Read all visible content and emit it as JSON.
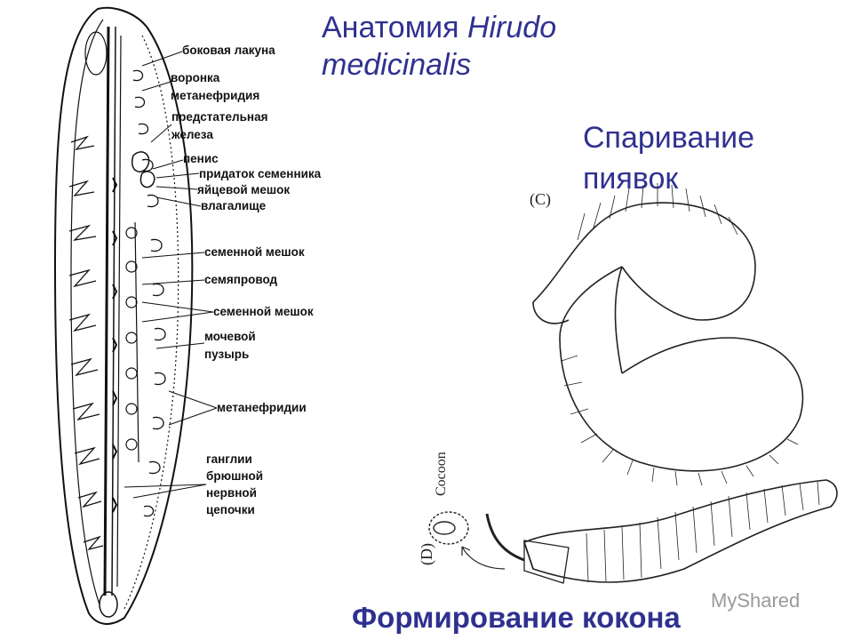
{
  "title": {
    "prefix": "Анатомия ",
    "italic1": "Hirudo",
    "italic2": "medicinalis"
  },
  "headings": {
    "mating_line1": "Спаривание",
    "mating_line2": "пиявок",
    "cocoon": "Формирование кокона"
  },
  "labels": [
    {
      "id": "lateral-lacuna",
      "text": "боковая лакуна"
    },
    {
      "id": "funnel",
      "text": "воронка"
    },
    {
      "id": "metanephridium",
      "text": "метанефридия"
    },
    {
      "id": "prostate-1",
      "text": "предстательная"
    },
    {
      "id": "prostate-2",
      "text": "железа"
    },
    {
      "id": "penis",
      "text": "пенис"
    },
    {
      "id": "epididymis",
      "text": "придаток семенника"
    },
    {
      "id": "ovisac",
      "text": "яйцевой мешок"
    },
    {
      "id": "vagina",
      "text": "влагалище"
    },
    {
      "id": "seminal-sac-1",
      "text": "семенной мешок"
    },
    {
      "id": "vas-deferens",
      "text": "семяпровод"
    },
    {
      "id": "seminal-sac-2",
      "text": "семенной мешок"
    },
    {
      "id": "bladder-1",
      "text": "мочевой"
    },
    {
      "id": "bladder-2",
      "text": "пузырь"
    },
    {
      "id": "metanephridia",
      "text": "метанефридии"
    },
    {
      "id": "ganglia-1",
      "text": "ганглии"
    },
    {
      "id": "ganglia-2",
      "text": "брюшной"
    },
    {
      "id": "ganglia-3",
      "text": "нервной"
    },
    {
      "id": "ganglia-4",
      "text": "цепочки"
    }
  ],
  "panel_letters": {
    "c": "(C)",
    "d": "(D)",
    "cocoon_word": "Cocoon"
  },
  "watermark": "MyShared",
  "colors": {
    "heading": "#2f3190",
    "ink": "#111111"
  }
}
